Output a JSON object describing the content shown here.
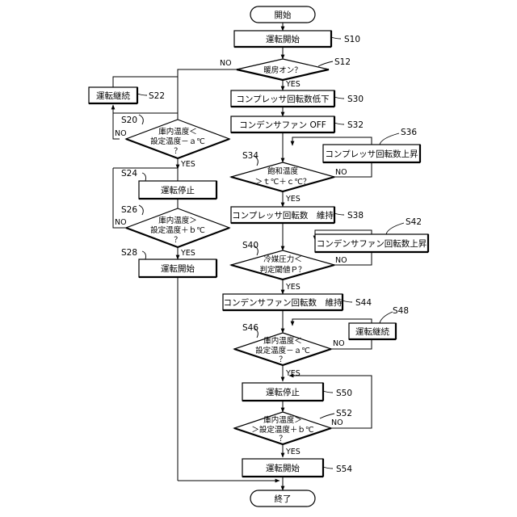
{
  "terminals": {
    "start": "開始",
    "end": "終了"
  },
  "boxes": {
    "b10": "運転開始",
    "b30": "コンプレッサ回転数低下",
    "b32": "コンデンサファン OFF",
    "b36": "コンプレッサ回転数上昇",
    "b38": "コンプレッサ回転数　維持",
    "b42": "コンデンサファン回転数上昇",
    "b44": "コンデンサファン回転数　維持",
    "b48": "運転継続",
    "b50": "運転停止",
    "b54": "運転開始",
    "b22": "運転継続",
    "b24": "運転停止",
    "b28": "運転開始"
  },
  "decisions": {
    "d12": [
      "暖房オン？"
    ],
    "d34": [
      "飽和温度",
      "＞ｔ℃＋ｃ℃？"
    ],
    "d40": [
      "冷媒圧力＜",
      "判定閾値Ｐ？"
    ],
    "d46": [
      "庫内温度＜",
      "設定温度－ａ℃",
      "？"
    ],
    "d52": [
      "庫内温度＞",
      "＞設定温度＋ｂ℃",
      "？"
    ],
    "d20": [
      "庫内温度＜",
      "設定温度－ａ℃",
      "？"
    ],
    "d26": [
      "庫内温度＞",
      "設定温度＋ｂ℃",
      "？"
    ]
  },
  "steps": {
    "s10": "S10",
    "s12": "S12",
    "s30": "S30",
    "s32": "S32",
    "s34": "S34",
    "s36": "S36",
    "s38": "S38",
    "s40": "S40",
    "s42": "S42",
    "s44": "S44",
    "s46": "S46",
    "s48": "S48",
    "s50": "S50",
    "s52": "S52",
    "s54": "S54",
    "s20": "S20",
    "s22": "S22",
    "s24": "S24",
    "s26": "S26",
    "s28": "S28"
  },
  "answers": {
    "yes": "YES",
    "no": "NO"
  }
}
